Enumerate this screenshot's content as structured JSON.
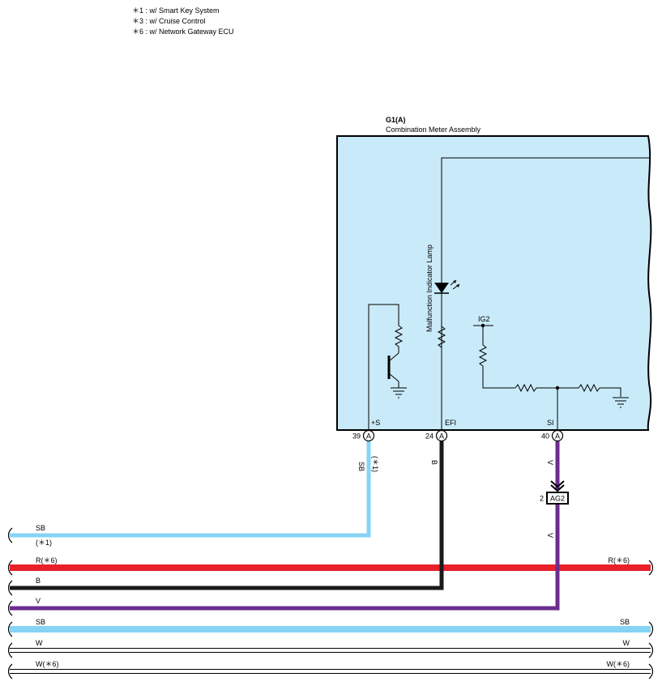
{
  "notes": [
    "＊1 : w/ Smart Key System",
    "＊3 : w/ Cruise Control",
    "＊6 : w/ Network Gateway ECU"
  ],
  "component": {
    "id": "G1(A)",
    "name": "Combination Meter Assembly",
    "box_color": "#c9eaf9",
    "lamp_label": "Malfunction Indicator Lamp",
    "supply_label": "IG2"
  },
  "pins": [
    {
      "number": "39",
      "connector": "A",
      "name": "+S"
    },
    {
      "number": "24",
      "connector": "A",
      "name": "EFI"
    },
    {
      "number": "40",
      "connector": "A",
      "name": "SI"
    }
  ],
  "vertical_wires": [
    {
      "code": "SB",
      "note": "(＊1)",
      "color": "#86d3f4"
    },
    {
      "code": "B",
      "color": "#1a1a1a"
    },
    {
      "code": "V",
      "color": "#6b2c8f"
    }
  ],
  "junction": {
    "pin": "2",
    "label": "AG2"
  },
  "buses": [
    {
      "left": "SB",
      "left_note": "(＊1)",
      "right": "",
      "color": "#86d3f4"
    },
    {
      "left": "R(＊6)",
      "right": "R(＊6)",
      "color": "#e8202a"
    },
    {
      "left": "B",
      "right": "",
      "color": "#1a1a1a"
    },
    {
      "left": "V",
      "right": "",
      "color": "#6b2c8f"
    },
    {
      "left": "SB",
      "right": "SB",
      "color": "#86d3f4"
    },
    {
      "left": "W",
      "right": "W",
      "color": "#ffffff"
    },
    {
      "left": "W(＊6)",
      "right": "W(＊6)",
      "color": "#ffffff"
    }
  ]
}
